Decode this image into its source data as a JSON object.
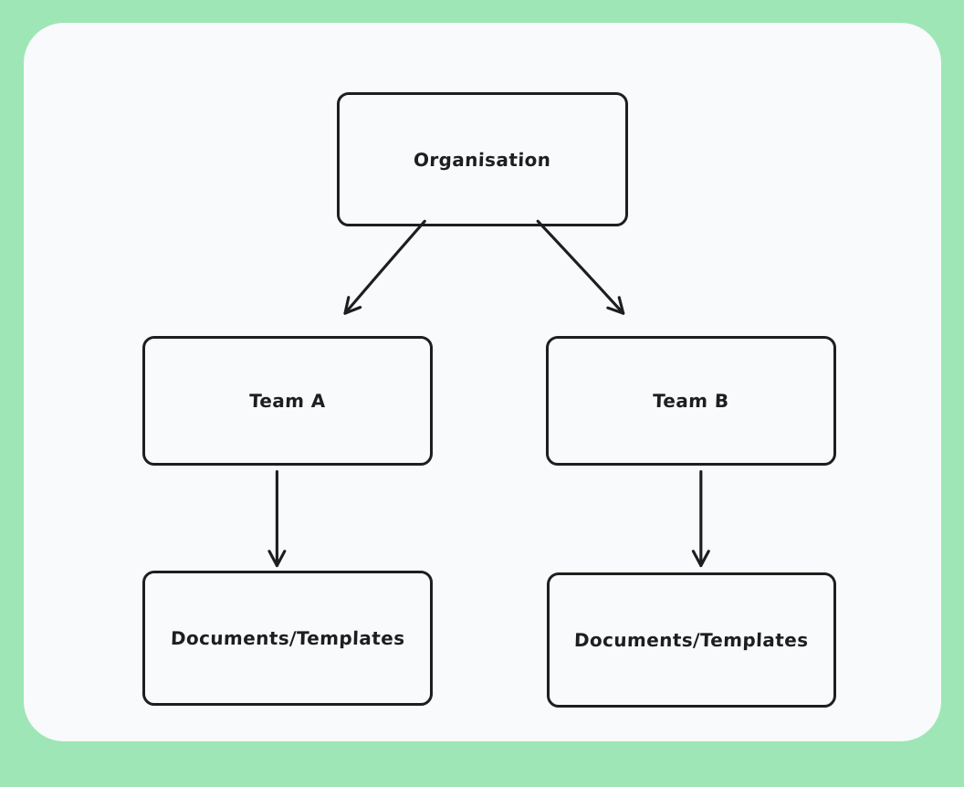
{
  "colors": {
    "frame_background": "#9ee6b6",
    "canvas_background": "#f8fafb",
    "shape_stroke": "#1e1e1e"
  },
  "diagram": {
    "nodes": [
      {
        "id": "organisation",
        "label": "Organisation"
      },
      {
        "id": "team-a",
        "label": "Team A"
      },
      {
        "id": "team-b",
        "label": "Team B"
      },
      {
        "id": "documents-a",
        "label": "Documents/Templates"
      },
      {
        "id": "documents-b",
        "label": "Documents/Templates"
      }
    ],
    "edges": [
      {
        "from": "organisation",
        "to": "team-a"
      },
      {
        "from": "organisation",
        "to": "team-b"
      },
      {
        "from": "team-a",
        "to": "documents-a"
      },
      {
        "from": "team-b",
        "to": "documents-b"
      }
    ]
  }
}
